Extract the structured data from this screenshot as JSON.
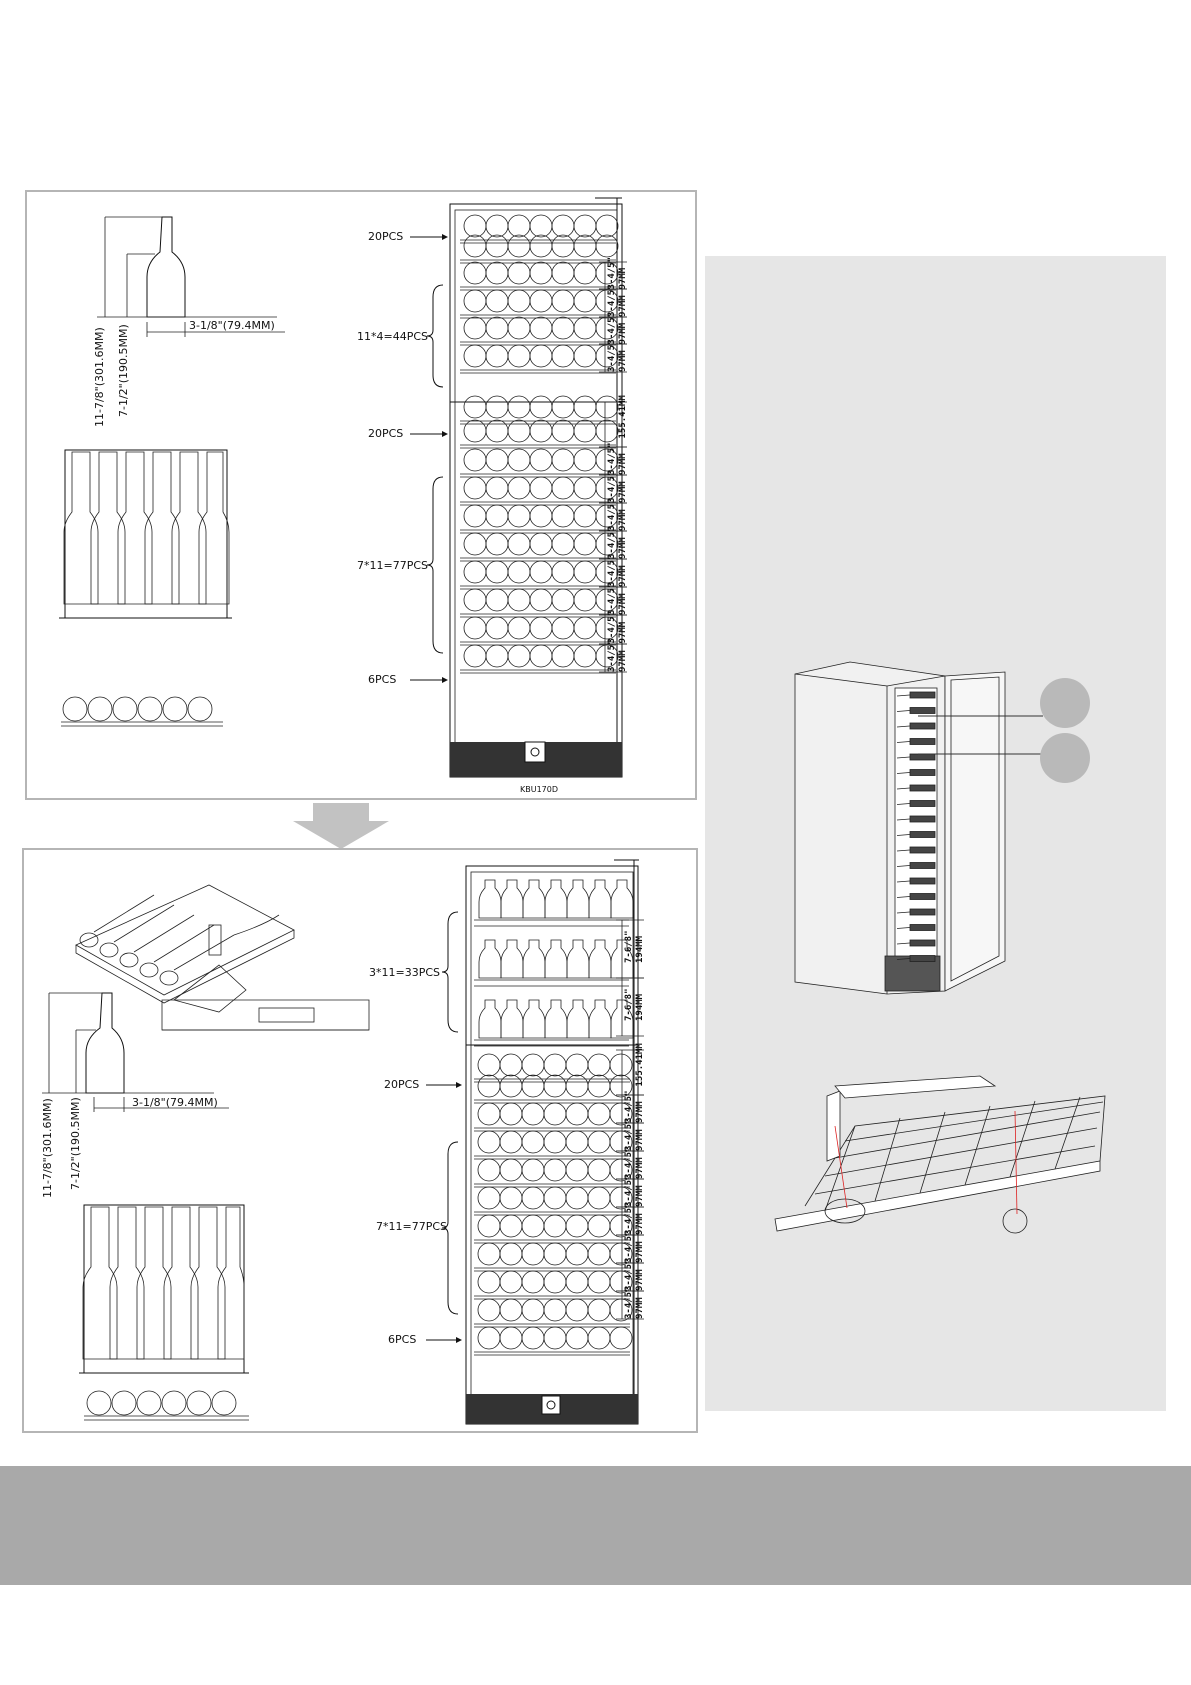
{
  "colors": {
    "panel_border": "#b5b5b5",
    "side_panel": "#e6e6e6",
    "footer_band": "#a9a9a9",
    "arrow": "#c2c2c2",
    "callout": "#b9b9b9"
  },
  "top_panel": {
    "model": "KBU170D",
    "bottle": {
      "height_total": "11-7/8\"(301.6MM)",
      "height_body": "7-1/2\"(190.5MM)",
      "diameter": "3-1/8\"(79.4MM)"
    },
    "labels": {
      "top_zone": "20PCS",
      "upper_rows": "11*4=44PCS",
      "middle_zone": "20PCS",
      "lower_rows": "7*11=77PCS",
      "bottom_row": "6PCS"
    },
    "spacing": {
      "in": "3-4/5\"",
      "mm": "97MM",
      "gap": "155.41MM"
    }
  },
  "bottom_panel": {
    "bottle": {
      "height_total": "11-7/8\"(301.6MM)",
      "height_body": "7-1/2\"(190.5MM)",
      "diameter": "3-1/8\"(79.4MM)"
    },
    "labels": {
      "upper_rows": "3*11=33PCS",
      "middle_zone": "20PCS",
      "lower_rows": "7*11=77PCS",
      "bottom_row": "6PCS"
    },
    "spacing": {
      "in": "3-4/5\"",
      "mm": "97MM",
      "gap": "155.41MM",
      "big_in": "7-6/8\"",
      "big_mm": "194MM"
    }
  }
}
